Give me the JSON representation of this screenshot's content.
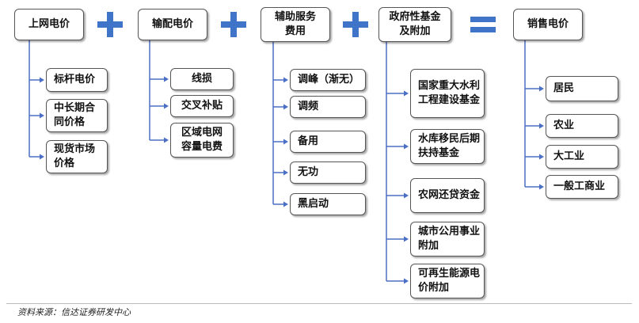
{
  "colors": {
    "operator": "#3f74c9",
    "connector": "#4b6fc4",
    "border": "#555555"
  },
  "columns": [
    {
      "header": "上网电价",
      "items": [
        "标杆电价",
        "中长期合同价格",
        "现货市场价格"
      ]
    },
    {
      "header": "输配电价",
      "items": [
        "线损",
        "交叉补贴",
        "区域电网容量电费"
      ]
    },
    {
      "header": "辅助服务费用",
      "items": [
        "调峰（渐无）",
        "调频",
        "备用",
        "无功",
        "黑启动"
      ]
    },
    {
      "header": "政府性基金及附加",
      "items": [
        "国家重大水利工程建设基金",
        "水库移民后期扶持基金",
        "农网还贷资金",
        "城市公用事业附加",
        "可再生能源电价附加"
      ]
    },
    {
      "header": "销售电价",
      "items": [
        "居民",
        "农业",
        "大工业",
        "一般工商业"
      ]
    }
  ],
  "operators": [
    "plus-icon",
    "plus-icon",
    "plus-icon",
    "equals-icon"
  ],
  "source": "资料来源：信达证券研发中心"
}
